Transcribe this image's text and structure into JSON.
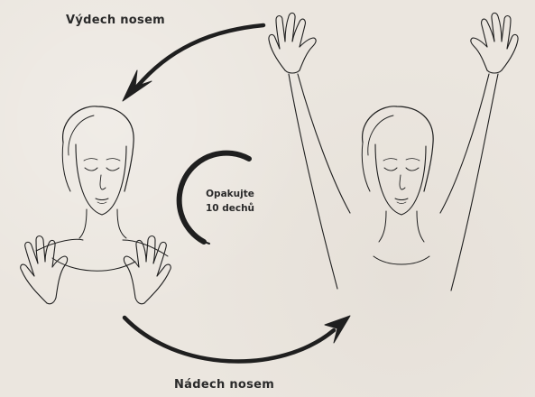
{
  "labels": {
    "exhale": "Výdech nosem",
    "inhale": "Nádech nosem",
    "repeat_line1": "Opakujte",
    "repeat_line2": "10 dechů"
  },
  "colors": {
    "background": "#ebe6df",
    "ink": "#1f1f1f",
    "text": "#2a2a2a"
  }
}
